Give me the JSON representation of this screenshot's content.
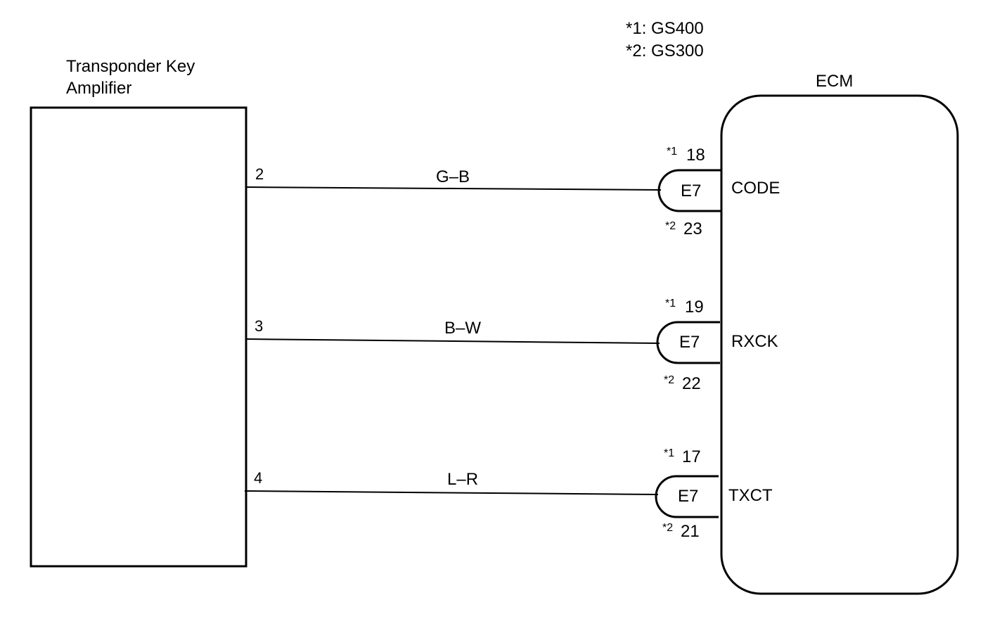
{
  "legend": {
    "line1": "*1: GS400",
    "line2": "*2: GS300"
  },
  "amplifier": {
    "title_line1": "Transponder Key",
    "title_line2": "Amplifier"
  },
  "ecm": {
    "title": "ECM"
  },
  "circuits": [
    {
      "amp_pin": "2",
      "wire_color": "G–B",
      "connector": "E7",
      "signal": "CODE",
      "note1_mark": "*1",
      "note1_pin": "18",
      "note2_mark": "*2",
      "note2_pin": "23"
    },
    {
      "amp_pin": "3",
      "wire_color": "B–W",
      "connector": "E7",
      "signal": "RXCK",
      "note1_mark": "*1",
      "note1_pin": "19",
      "note2_mark": "*2",
      "note2_pin": "22"
    },
    {
      "amp_pin": "4",
      "wire_color": "L–R",
      "connector": "E7",
      "signal": "TXCT",
      "note1_mark": "*1",
      "note1_pin": "17",
      "note2_mark": "*2",
      "note2_pin": "21"
    }
  ]
}
